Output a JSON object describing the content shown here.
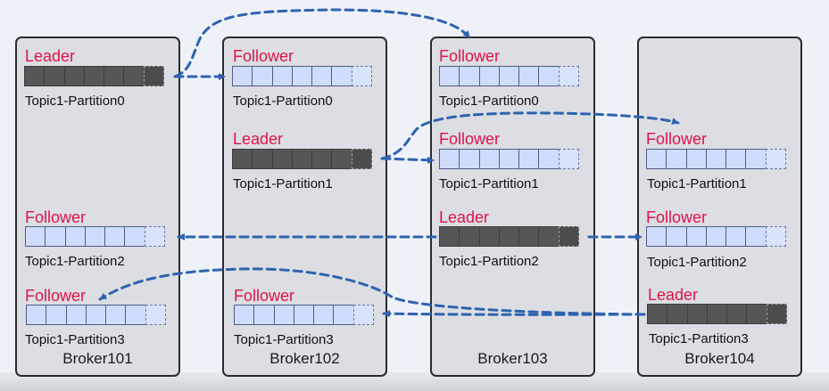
{
  "brokers": [
    {
      "name": "Broker101"
    },
    {
      "name": "Broker102"
    },
    {
      "name": "Broker103"
    },
    {
      "name": "Broker104"
    }
  ],
  "replicas": [
    {
      "broker": 0,
      "role": "Leader",
      "partition": "Topic1-Partition0"
    },
    {
      "broker": 0,
      "role": "Follower",
      "partition": "Topic1-Partition2"
    },
    {
      "broker": 0,
      "role": "Follower",
      "partition": "Topic1-Partition3"
    },
    {
      "broker": 1,
      "role": "Follower",
      "partition": "Topic1-Partition0"
    },
    {
      "broker": 1,
      "role": "Leader",
      "partition": "Topic1-Partition1"
    },
    {
      "broker": 1,
      "role": "Follower",
      "partition": "Topic1-Partition3"
    },
    {
      "broker": 2,
      "role": "Follower",
      "partition": "Topic1-Partition0"
    },
    {
      "broker": 2,
      "role": "Follower",
      "partition": "Topic1-Partition1"
    },
    {
      "broker": 2,
      "role": "Leader",
      "partition": "Topic1-Partition2"
    },
    {
      "broker": 3,
      "role": "Follower",
      "partition": "Topic1-Partition1"
    },
    {
      "broker": 3,
      "role": "Follower",
      "partition": "Topic1-Partition2"
    },
    {
      "broker": 3,
      "role": "Leader",
      "partition": "Topic1-Partition3"
    }
  ],
  "colors": {
    "leader_label": "#e0134a",
    "leader_log": "#565656",
    "follower_log": "#cfdcfb",
    "arrow": "#2f63b0",
    "broker_bg": "#dcdee3"
  }
}
